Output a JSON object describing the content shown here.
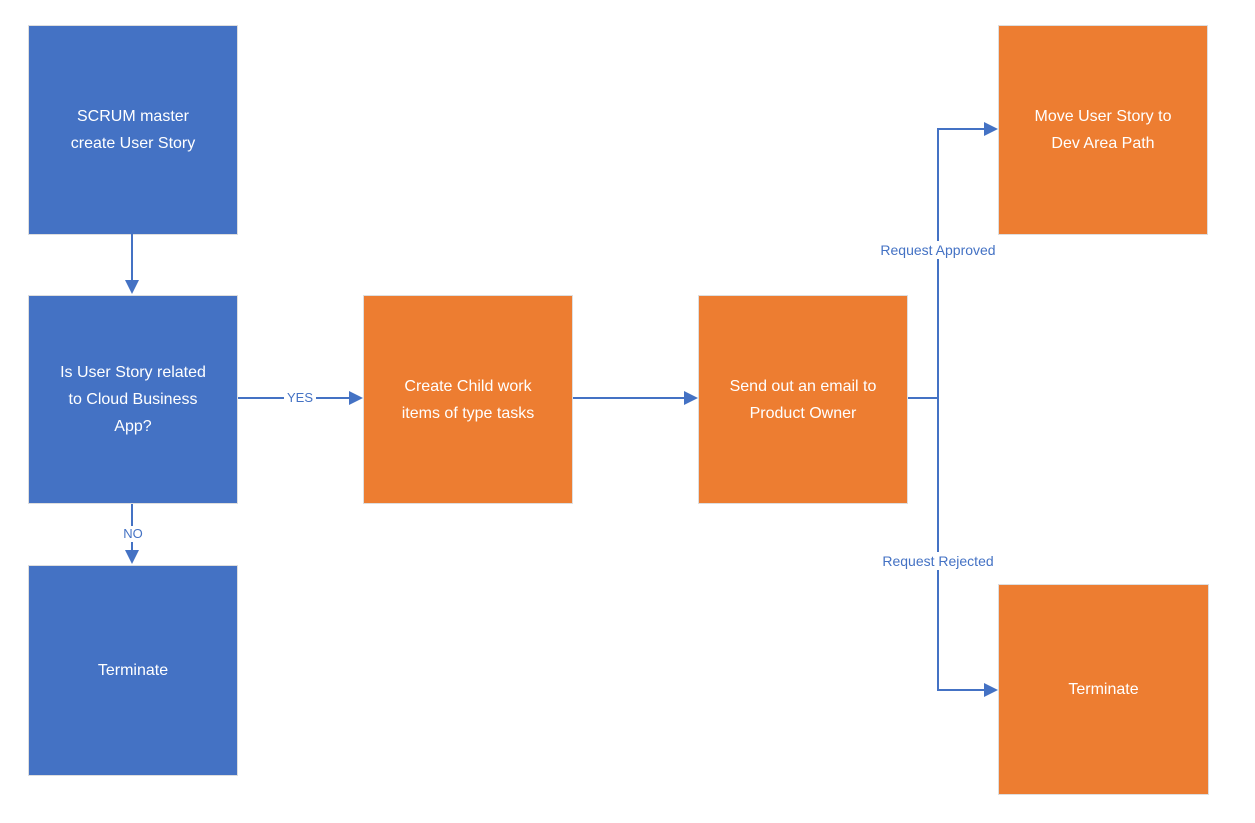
{
  "diagram": {
    "type": "flowchart",
    "colors": {
      "background": "#FFFFFF",
      "node_blue": "#4472C4",
      "node_orange": "#ED7D31",
      "node_border": "#DEDEDE",
      "node_text": "#FFFFFF",
      "connector": "#4472C4",
      "edge_label": "#4472C4"
    }
  },
  "nodes": [
    {
      "id": "scrum-master",
      "color": "blue",
      "label": "SCRUM master\ncreate User Story"
    },
    {
      "id": "decision",
      "color": "blue",
      "label": "Is User Story related\nto Cloud Business\nApp?"
    },
    {
      "id": "terminate-left",
      "color": "blue",
      "label": "Terminate"
    },
    {
      "id": "create-child",
      "color": "orange",
      "label": "Create Child work\nitems of type tasks"
    },
    {
      "id": "send-email",
      "color": "orange",
      "label": "Send out an email to\nProduct Owner"
    },
    {
      "id": "move-story",
      "color": "orange",
      "label": "Move User Story to\nDev Area Path"
    },
    {
      "id": "terminate-right",
      "color": "orange",
      "label": "Terminate"
    }
  ],
  "edges": [
    {
      "from": "scrum-master",
      "to": "decision",
      "label": ""
    },
    {
      "from": "decision",
      "to": "create-child",
      "label": "YES"
    },
    {
      "from": "decision",
      "to": "terminate-left",
      "label": "NO"
    },
    {
      "from": "create-child",
      "to": "send-email",
      "label": ""
    },
    {
      "from": "send-email",
      "to": "move-story",
      "label": "Request Approved"
    },
    {
      "from": "send-email",
      "to": "terminate-right",
      "label": "Request Rejected"
    }
  ],
  "edge_labels": {
    "yes": "YES",
    "no": "NO",
    "approved": "Request Approved",
    "rejected": "Request Rejected"
  }
}
